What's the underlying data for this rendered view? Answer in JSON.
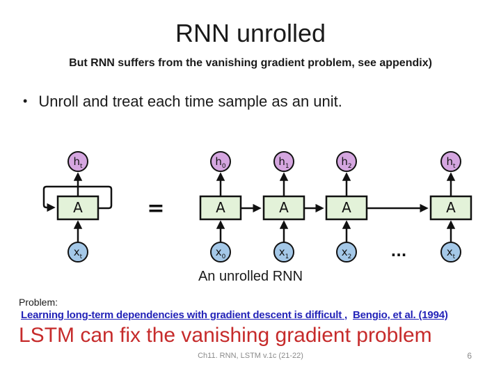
{
  "slide": {
    "title": "RNN unrolled",
    "subtitle": "But RNN suffers from the vanishing gradient problem, see appendix)",
    "bullet_marker": "•",
    "bullet": "Unroll and treat each time sample as an unit.",
    "caption": "An unrolled RNN",
    "problem_label": "Problem:",
    "links": {
      "paper": "Learning long-term dependencies with gradient descent is difficult ,",
      "citation": "Bengio, et al. (1994)"
    },
    "conclusion": "LSTM can fix the vanishing gradient problem",
    "footer": "Ch11. RNN, LSTM v.1c (21-22)",
    "page_number": "6"
  },
  "diagram": {
    "equals_sign": "=",
    "ellipsis": "...",
    "rolled": {
      "h": "h",
      "h_sub": "t",
      "a": "A",
      "x": "x",
      "x_sub": "t"
    },
    "units": [
      {
        "h": "h",
        "h_sub": "0",
        "a": "A",
        "x": "x",
        "x_sub": "0"
      },
      {
        "h": "h",
        "h_sub": "1",
        "a": "A",
        "x": "x",
        "x_sub": "1"
      },
      {
        "h": "h",
        "h_sub": "2",
        "a": "A",
        "x": "x",
        "x_sub": "2"
      },
      {
        "h": "h",
        "h_sub": "t",
        "a": "A",
        "x": "x",
        "x_sub": "t"
      }
    ],
    "colors": {
      "h_fill": "#d5a6e0",
      "x_fill": "#a4c8e8",
      "a_fill": "#e3f2d9",
      "stroke": "#111111"
    }
  },
  "colors": {
    "link_blue": "#2323b8",
    "conclusion_red": "#c62b2b",
    "footer_gray": "#8a8a8a"
  }
}
